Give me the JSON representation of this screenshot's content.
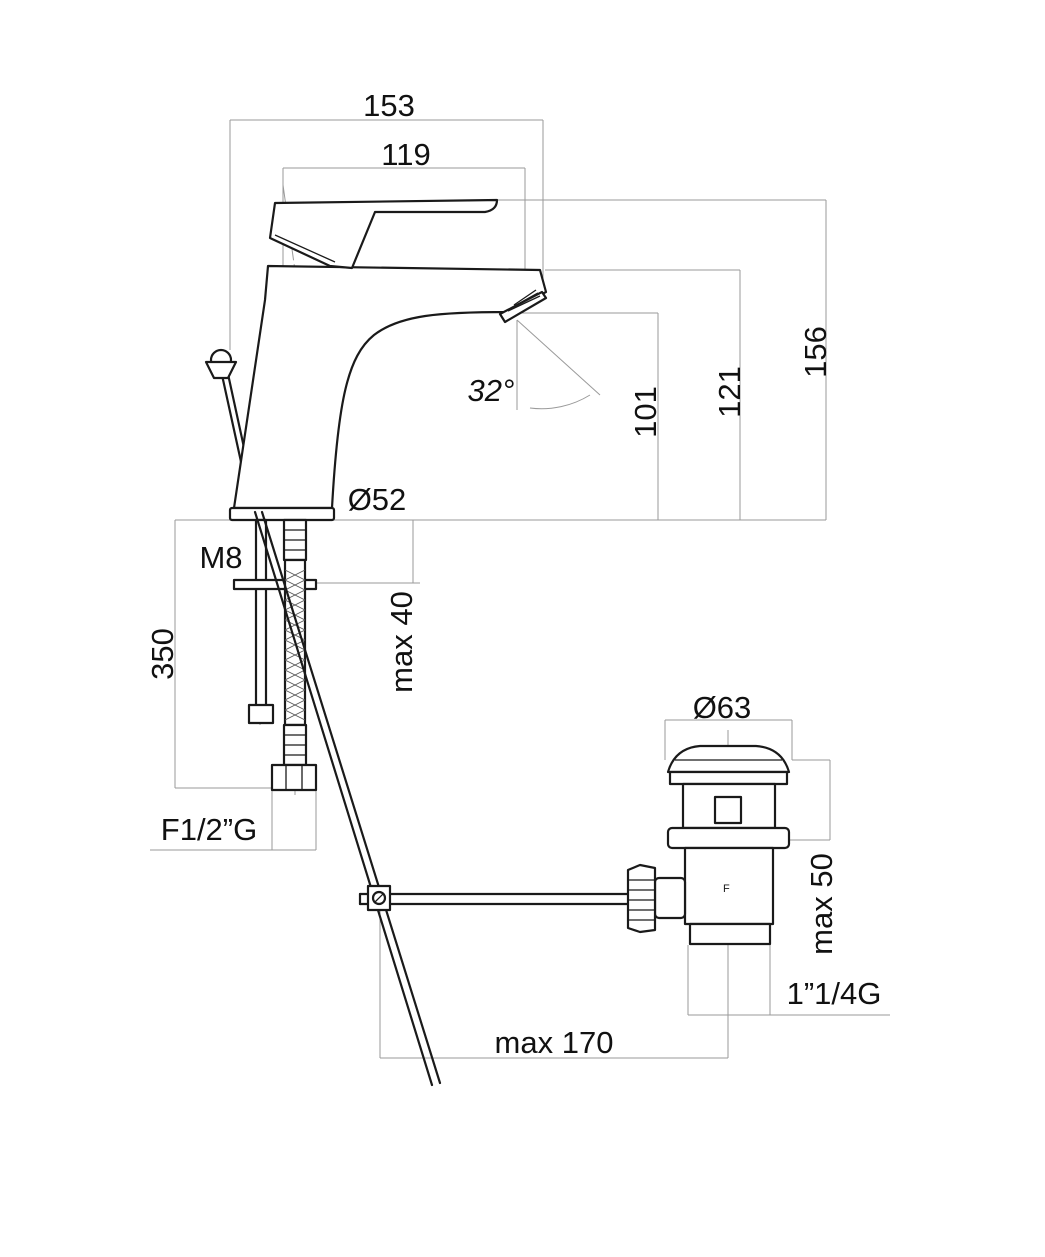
{
  "diagram": {
    "dimensions": {
      "width_total": "153",
      "width_spout": "119",
      "height_total": "156",
      "height_outlet": "121",
      "height_aerator": "101",
      "spout_angle": "32°",
      "base_diameter": "Ø52",
      "stud_thread": "M8",
      "hose_length": "350",
      "deck_thickness": "max 40",
      "hose_connection": "F1/2”G",
      "waste_diameter": "Ø63",
      "waste_height": "max 50",
      "waste_thread": "1”1/4G",
      "rod_length": "max 170"
    },
    "colors": {
      "line": "#1a1a1a",
      "dimension_line": "#9a9a9a",
      "background": "#ffffff"
    }
  }
}
